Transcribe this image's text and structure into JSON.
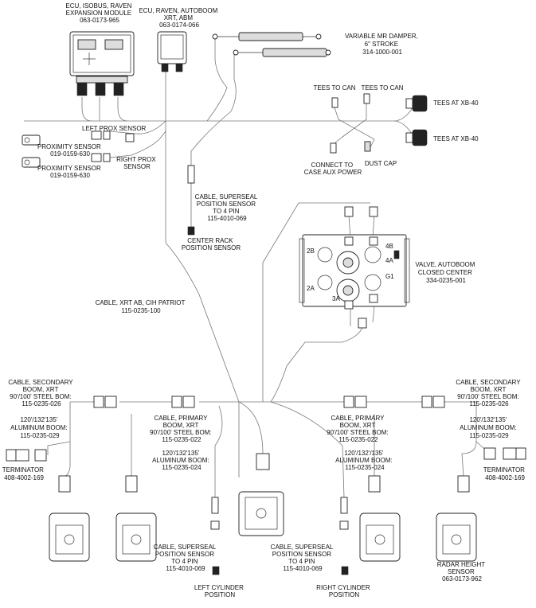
{
  "labels": {
    "ecu_isobus": [
      "ECU, ISOBUS, RAVEN",
      "EXPANSION MODULE",
      "063-0173-965"
    ],
    "ecu_raven": [
      "ECU, RAVEN, AUTOBOOM",
      "XRT, ABM",
      "063-0174-066"
    ],
    "damper": [
      "VARIABLE MR DAMPER,",
      "6\" STROKE",
      "314-1000-001"
    ],
    "tees_can_1": [
      "TEES TO CAN"
    ],
    "tees_can_2": [
      "TEES TO CAN"
    ],
    "tees_xb_1": [
      "TEES AT XB-40"
    ],
    "tees_xb_2": [
      "TEES AT XB-40"
    ],
    "left_prox": [
      "LEFT PROX SENSOR"
    ],
    "prox_1": [
      "PROXIMITY SENSOR",
      "019-0159-630"
    ],
    "prox_2": [
      "PROXIMITY SENSOR",
      "019-0159-630"
    ],
    "right_prox": [
      "RIGHT PROX",
      "SENSOR"
    ],
    "connect_aux": [
      "CONNECT TO",
      "CASE AUX POWER"
    ],
    "dust_cap": [
      "DUST CAP"
    ],
    "cable_center": [
      "CABLE, SUPERSEAL",
      "POSITION SENSOR",
      "TO 4 PIN",
      "115-4010-069"
    ],
    "center_rack": [
      "CENTER RACK",
      "POSITION SENSOR"
    ],
    "valve": [
      "VALVE, AUTOBOOM",
      "CLOSED CENTER",
      "334-0235-001"
    ],
    "cable_xrt": [
      "CABLE, XRT AB, CIH PATRIOT",
      "115-0235-100"
    ],
    "sec_boom_left": [
      "CABLE, SECONDARY",
      "BOOM, XRT",
      "90'/100' STEEL BOM:",
      "115-0235-026"
    ],
    "sec_boom_left_al": [
      "120'/132'135'",
      "ALUMINUM BOOM:",
      "115-0235-029"
    ],
    "term_left": [
      "TERMINATOR",
      "408-4002-169"
    ],
    "pri_boom_left": [
      "CABLE, PRIMARY",
      "BOOM, XRT",
      "90'/100' STEEL BOM:",
      "115-0235-022"
    ],
    "pri_boom_left_al": [
      "120'/132'135'",
      "ALUMINUM BOOM:",
      "115-0235-024"
    ],
    "pri_boom_right": [
      "CABLE, PRIMARY",
      "BOOM, XRT",
      "90'/100' STEEL BOM:",
      "115-0235-022"
    ],
    "pri_boom_right_al": [
      "120'/132'/135'",
      "ALUMINUM BOOM:",
      "115-0235-024"
    ],
    "sec_boom_right": [
      "CABLE, SECONDARY",
      "BOOM, XRT",
      "90'/100' STEEL BOM:",
      "115-0235-026"
    ],
    "sec_boom_right_al": [
      "120'/132'135'",
      "ALUMINUM BOOM:",
      "115-0235-029"
    ],
    "term_right": [
      "TERMINATOR",
      "408-4002-169"
    ],
    "cable_left_cyl": [
      "CABLE, SUPERSEAL",
      "POSITION SENSOR",
      "TO 4 PIN",
      "115-4010-069"
    ],
    "cable_right_cyl": [
      "CABLE, SUPERSEAL",
      "POSITION SENSOR",
      "TO 4 PIN",
      "115-4010-069"
    ],
    "left_cyl": [
      "LEFT CYLINDER",
      "POSITION"
    ],
    "right_cyl": [
      "RIGHT CYLINDER",
      "POSITION"
    ],
    "radar": [
      "RADAR HEIGHT",
      "SENSOR",
      "063-0173-962"
    ]
  },
  "valve_ports": [
    "2B",
    "2A",
    "3A",
    "4B",
    "4A",
    "G1"
  ]
}
